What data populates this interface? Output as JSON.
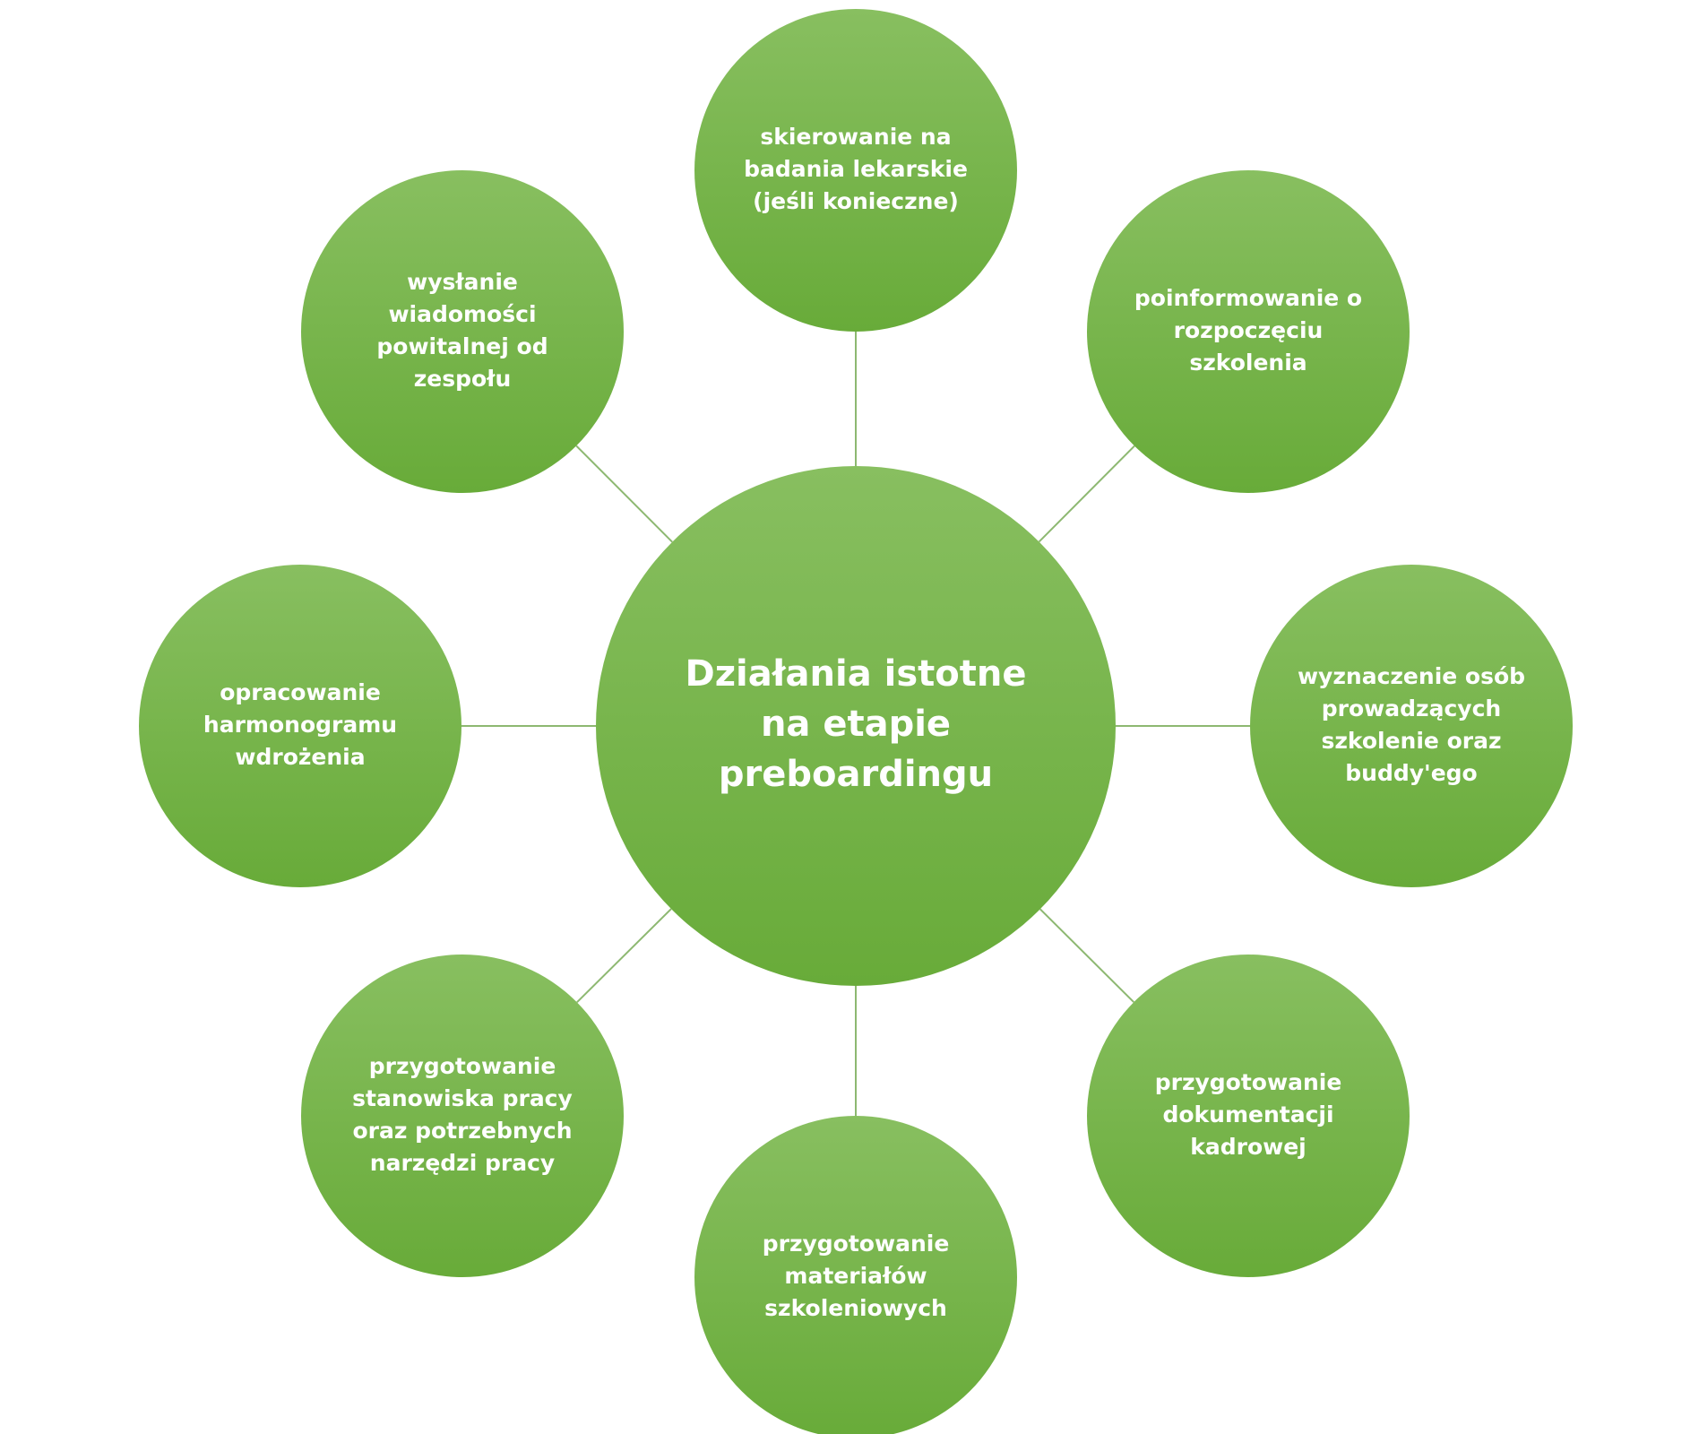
{
  "colors": {
    "circle_top": "#88bf60",
    "circle_bottom": "#68ab39",
    "connector": "#8db871",
    "text": "#ffffff"
  },
  "center": {
    "lines": [
      "Działania istotne",
      "na etapie",
      "preboardingu"
    ]
  },
  "nodes": [
    {
      "id": "top",
      "lines": [
        "skierowanie na",
        "badania lekarskie",
        "(jeśli konieczne)"
      ]
    },
    {
      "id": "top-right",
      "lines": [
        "poinformowanie o",
        "rozpoczęciu",
        "szkolenia"
      ]
    },
    {
      "id": "right",
      "lines": [
        "wyznaczenie osób",
        "prowadzących",
        "szkolenie oraz",
        "buddy'ego"
      ]
    },
    {
      "id": "bottom-right",
      "lines": [
        "przygotowanie",
        "dokumentacji",
        "kadrowej"
      ]
    },
    {
      "id": "bottom",
      "lines": [
        "przygotowanie",
        "materiałów",
        "szkoleniowych"
      ]
    },
    {
      "id": "bottom-left",
      "lines": [
        "przygotowanie",
        "stanowiska pracy",
        "oraz potrzebnych",
        "narzędzi pracy"
      ]
    },
    {
      "id": "left",
      "lines": [
        "opracowanie",
        "harmonogramu",
        "wdrożenia"
      ]
    },
    {
      "id": "top-left",
      "lines": [
        "wysłanie",
        "wiadomości",
        "powitalnej od",
        "zespołu"
      ]
    }
  ]
}
